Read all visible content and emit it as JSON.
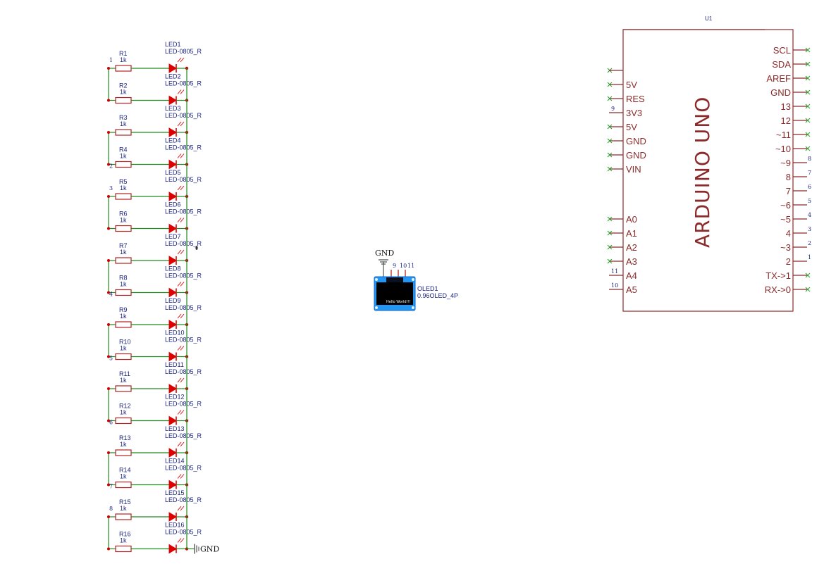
{
  "led_array": {
    "rows": [
      {
        "res": "R1",
        "val": "1k",
        "led": "LED1",
        "pkg": "LED-0805_R",
        "net": "1"
      },
      {
        "res": "R2",
        "val": "1k",
        "led": "LED2",
        "pkg": "LED-0805_R",
        "net": ""
      },
      {
        "res": "R3",
        "val": "1k",
        "led": "LED3",
        "pkg": "LED-0805_R",
        "net": ""
      },
      {
        "res": "R4",
        "val": "1k",
        "led": "LED4",
        "pkg": "LED-0805_R",
        "net": "2"
      },
      {
        "res": "R5",
        "val": "1k",
        "led": "LED5",
        "pkg": "LED-0805_R",
        "net": "3"
      },
      {
        "res": "R6",
        "val": "1k",
        "led": "LED6",
        "pkg": "LED-0805_R",
        "net": ""
      },
      {
        "res": "R7",
        "val": "1k",
        "led": "LED7",
        "pkg": "LED-0805_R",
        "net": ""
      },
      {
        "res": "R8",
        "val": "1k",
        "led": "LED8",
        "pkg": "LED-0805_R",
        "net": "4"
      },
      {
        "res": "R9",
        "val": "1k",
        "led": "LED9",
        "pkg": "LED-0805_R",
        "net": ""
      },
      {
        "res": "R10",
        "val": "1k",
        "led": "LED10",
        "pkg": "LED-0805_R",
        "net": "5"
      },
      {
        "res": "R11",
        "val": "1k",
        "led": "LED11",
        "pkg": "LED-0805_R",
        "net": ""
      },
      {
        "res": "R12",
        "val": "1k",
        "led": "LED12",
        "pkg": "LED-0805_R",
        "net": "6"
      },
      {
        "res": "R13",
        "val": "1k",
        "led": "LED13",
        "pkg": "LED-0805_R",
        "net": ""
      },
      {
        "res": "R14",
        "val": "1k",
        "led": "LED14",
        "pkg": "LED-0805_R",
        "net": "7"
      },
      {
        "res": "R15",
        "val": "1k",
        "led": "LED15",
        "pkg": "LED-0805_R",
        "net": "8"
      },
      {
        "res": "R16",
        "val": "1k",
        "led": "LED16",
        "pkg": "LED-0805_R",
        "net": ""
      }
    ],
    "gnd_label": "GND"
  },
  "oled": {
    "gnd_label": "GND",
    "pin_labels": [
      "9",
      "10",
      "11"
    ],
    "ref": "OLED1",
    "part": "0.96OLED_4P",
    "screen_text": "Hello World!!!"
  },
  "arduino": {
    "ref": "U1",
    "title": "ARDUINO UNO",
    "left_pins": [
      {
        "label": "5V",
        "net": ""
      },
      {
        "label": "RES",
        "net": ""
      },
      {
        "label": "3V3",
        "net": "9"
      },
      {
        "label": "5V",
        "net": ""
      },
      {
        "label": "GND",
        "net": ""
      },
      {
        "label": "GND",
        "net": ""
      },
      {
        "label": "VIN",
        "net": ""
      },
      {
        "label": "A0",
        "net": ""
      },
      {
        "label": "A1",
        "net": ""
      },
      {
        "label": "A2",
        "net": ""
      },
      {
        "label": "A3",
        "net": ""
      },
      {
        "label": "A4",
        "net": "11"
      },
      {
        "label": "A5",
        "net": "10"
      }
    ],
    "right_pins": [
      {
        "label": "SCL",
        "net": ""
      },
      {
        "label": "SDA",
        "net": ""
      },
      {
        "label": "AREF",
        "net": ""
      },
      {
        "label": "GND",
        "net": ""
      },
      {
        "label": "13",
        "net": ""
      },
      {
        "label": "12",
        "net": ""
      },
      {
        "label": "~11",
        "net": ""
      },
      {
        "label": "~10",
        "net": ""
      },
      {
        "label": "~9",
        "net": "8"
      },
      {
        "label": "8",
        "net": "7"
      },
      {
        "label": "7",
        "net": "6"
      },
      {
        "label": "~6",
        "net": "5"
      },
      {
        "label": "~5",
        "net": "4"
      },
      {
        "label": "4",
        "net": "3"
      },
      {
        "label": "~3",
        "net": "2"
      },
      {
        "label": "2",
        "net": "1"
      },
      {
        "label": "TX->1",
        "net": ""
      },
      {
        "label": "RX->0",
        "net": ""
      }
    ]
  }
}
